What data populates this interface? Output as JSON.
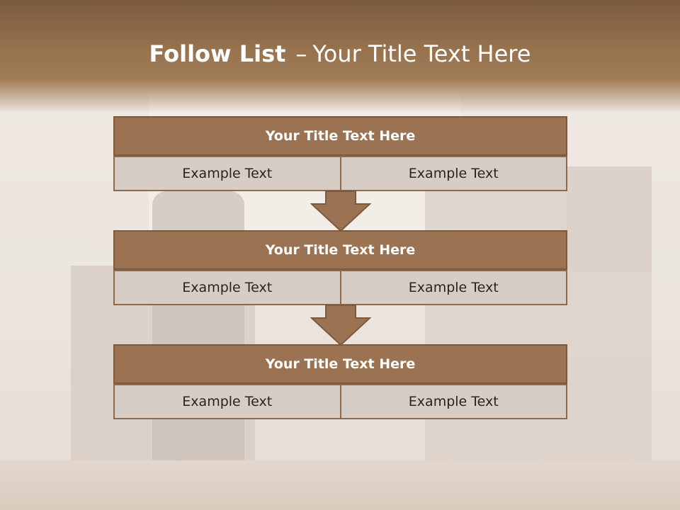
{
  "slide": {
    "title_bold": "Follow List",
    "title_dash": "–",
    "title_rest": "Your Title Text Here"
  },
  "blocks": [
    {
      "title": "Your Title Text Here",
      "left": "Example Text",
      "right": "Example Text"
    },
    {
      "title": "Your Title Text Here",
      "left": "Example Text",
      "right": "Example Text"
    },
    {
      "title": "Your Title Text Here",
      "left": "Example Text",
      "right": "Example Text"
    }
  ],
  "colors": {
    "header_brown": "#9b7352",
    "cell_fill": "#d8cdc5",
    "border_brown": "#7c5a3f",
    "arrow_fill": "#9b7352"
  },
  "icons": {
    "connector": "down-arrow-icon"
  }
}
